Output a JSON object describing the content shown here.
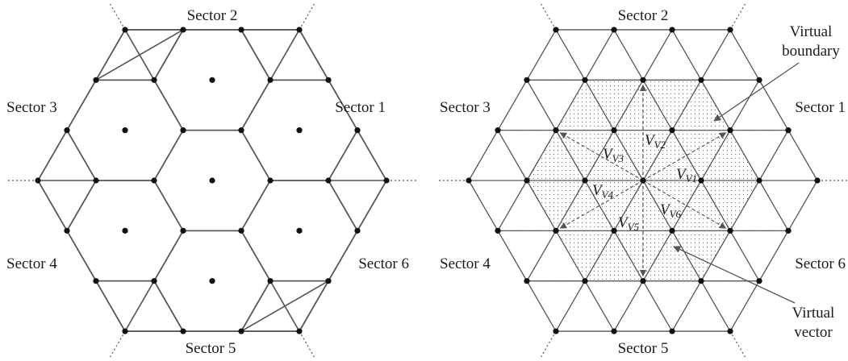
{
  "left_diagram": {
    "sectors": {
      "s1": "Sector 1",
      "s2": "Sector 2",
      "s3": "Sector 3",
      "s4": "Sector 4",
      "s5": "Sector 5",
      "s6": "Sector 6"
    }
  },
  "right_diagram": {
    "sectors": {
      "s1": "Sector 1",
      "s2": "Sector 2",
      "s3": "Sector 3",
      "s4": "Sector 4",
      "s5": "Sector 5",
      "s6": "Sector 6"
    },
    "annotations": {
      "virtual_boundary_line1": "Virtual",
      "virtual_boundary_line2": "boundary",
      "virtual_vector_line1": "Virtual",
      "virtual_vector_line2": "vector"
    },
    "vectors": [
      {
        "main": "V",
        "sub": "V1"
      },
      {
        "main": "V",
        "sub": "V2"
      },
      {
        "main": "V",
        "sub": "V3"
      },
      {
        "main": "V",
        "sub": "V4"
      },
      {
        "main": "V",
        "sub": "V5"
      },
      {
        "main": "V",
        "sub": "V6"
      }
    ]
  },
  "colors": {
    "line": "#555555",
    "node": "#111111",
    "dotted_fill": "#8a8a8a",
    "text": "#1a1a1a"
  }
}
